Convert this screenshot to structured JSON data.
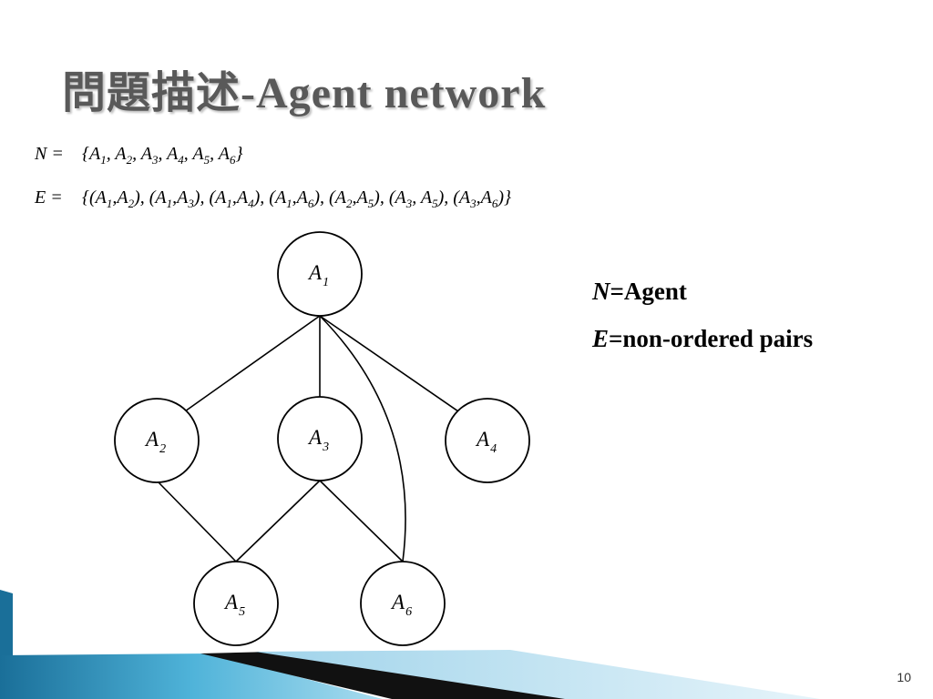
{
  "title": "問題描述-Agent network",
  "formulas": {
    "n_lhs": "N =",
    "n_rhs": "{A1, A2, A3, A4, A5, A6}",
    "e_lhs": "E =",
    "e_rhs": "{(A1,A2), (A1,A3), (A1,A4), (A1,A6), (A2,A5), (A3, A5), (A3,A6)}"
  },
  "legend": {
    "n_symbol": "N",
    "n_text": "=Agent",
    "e_symbol": "E",
    "e_text": "=non-ordered pairs"
  },
  "nodes": [
    {
      "id": "A1",
      "letter": "A",
      "sub": "1"
    },
    {
      "id": "A2",
      "letter": "A",
      "sub": "2"
    },
    {
      "id": "A3",
      "letter": "A",
      "sub": "3"
    },
    {
      "id": "A4",
      "letter": "A",
      "sub": "4"
    },
    {
      "id": "A5",
      "letter": "A",
      "sub": "5"
    },
    {
      "id": "A6",
      "letter": "A",
      "sub": "6"
    }
  ],
  "edges": [
    [
      "A1",
      "A2"
    ],
    [
      "A1",
      "A3"
    ],
    [
      "A1",
      "A4"
    ],
    [
      "A1",
      "A6"
    ],
    [
      "A2",
      "A5"
    ],
    [
      "A3",
      "A5"
    ],
    [
      "A3",
      "A6"
    ]
  ],
  "page_number": "10",
  "colors": {
    "title": "#595959",
    "accent_dark": "#1b4f72",
    "accent_light": "#4fb3d9"
  }
}
